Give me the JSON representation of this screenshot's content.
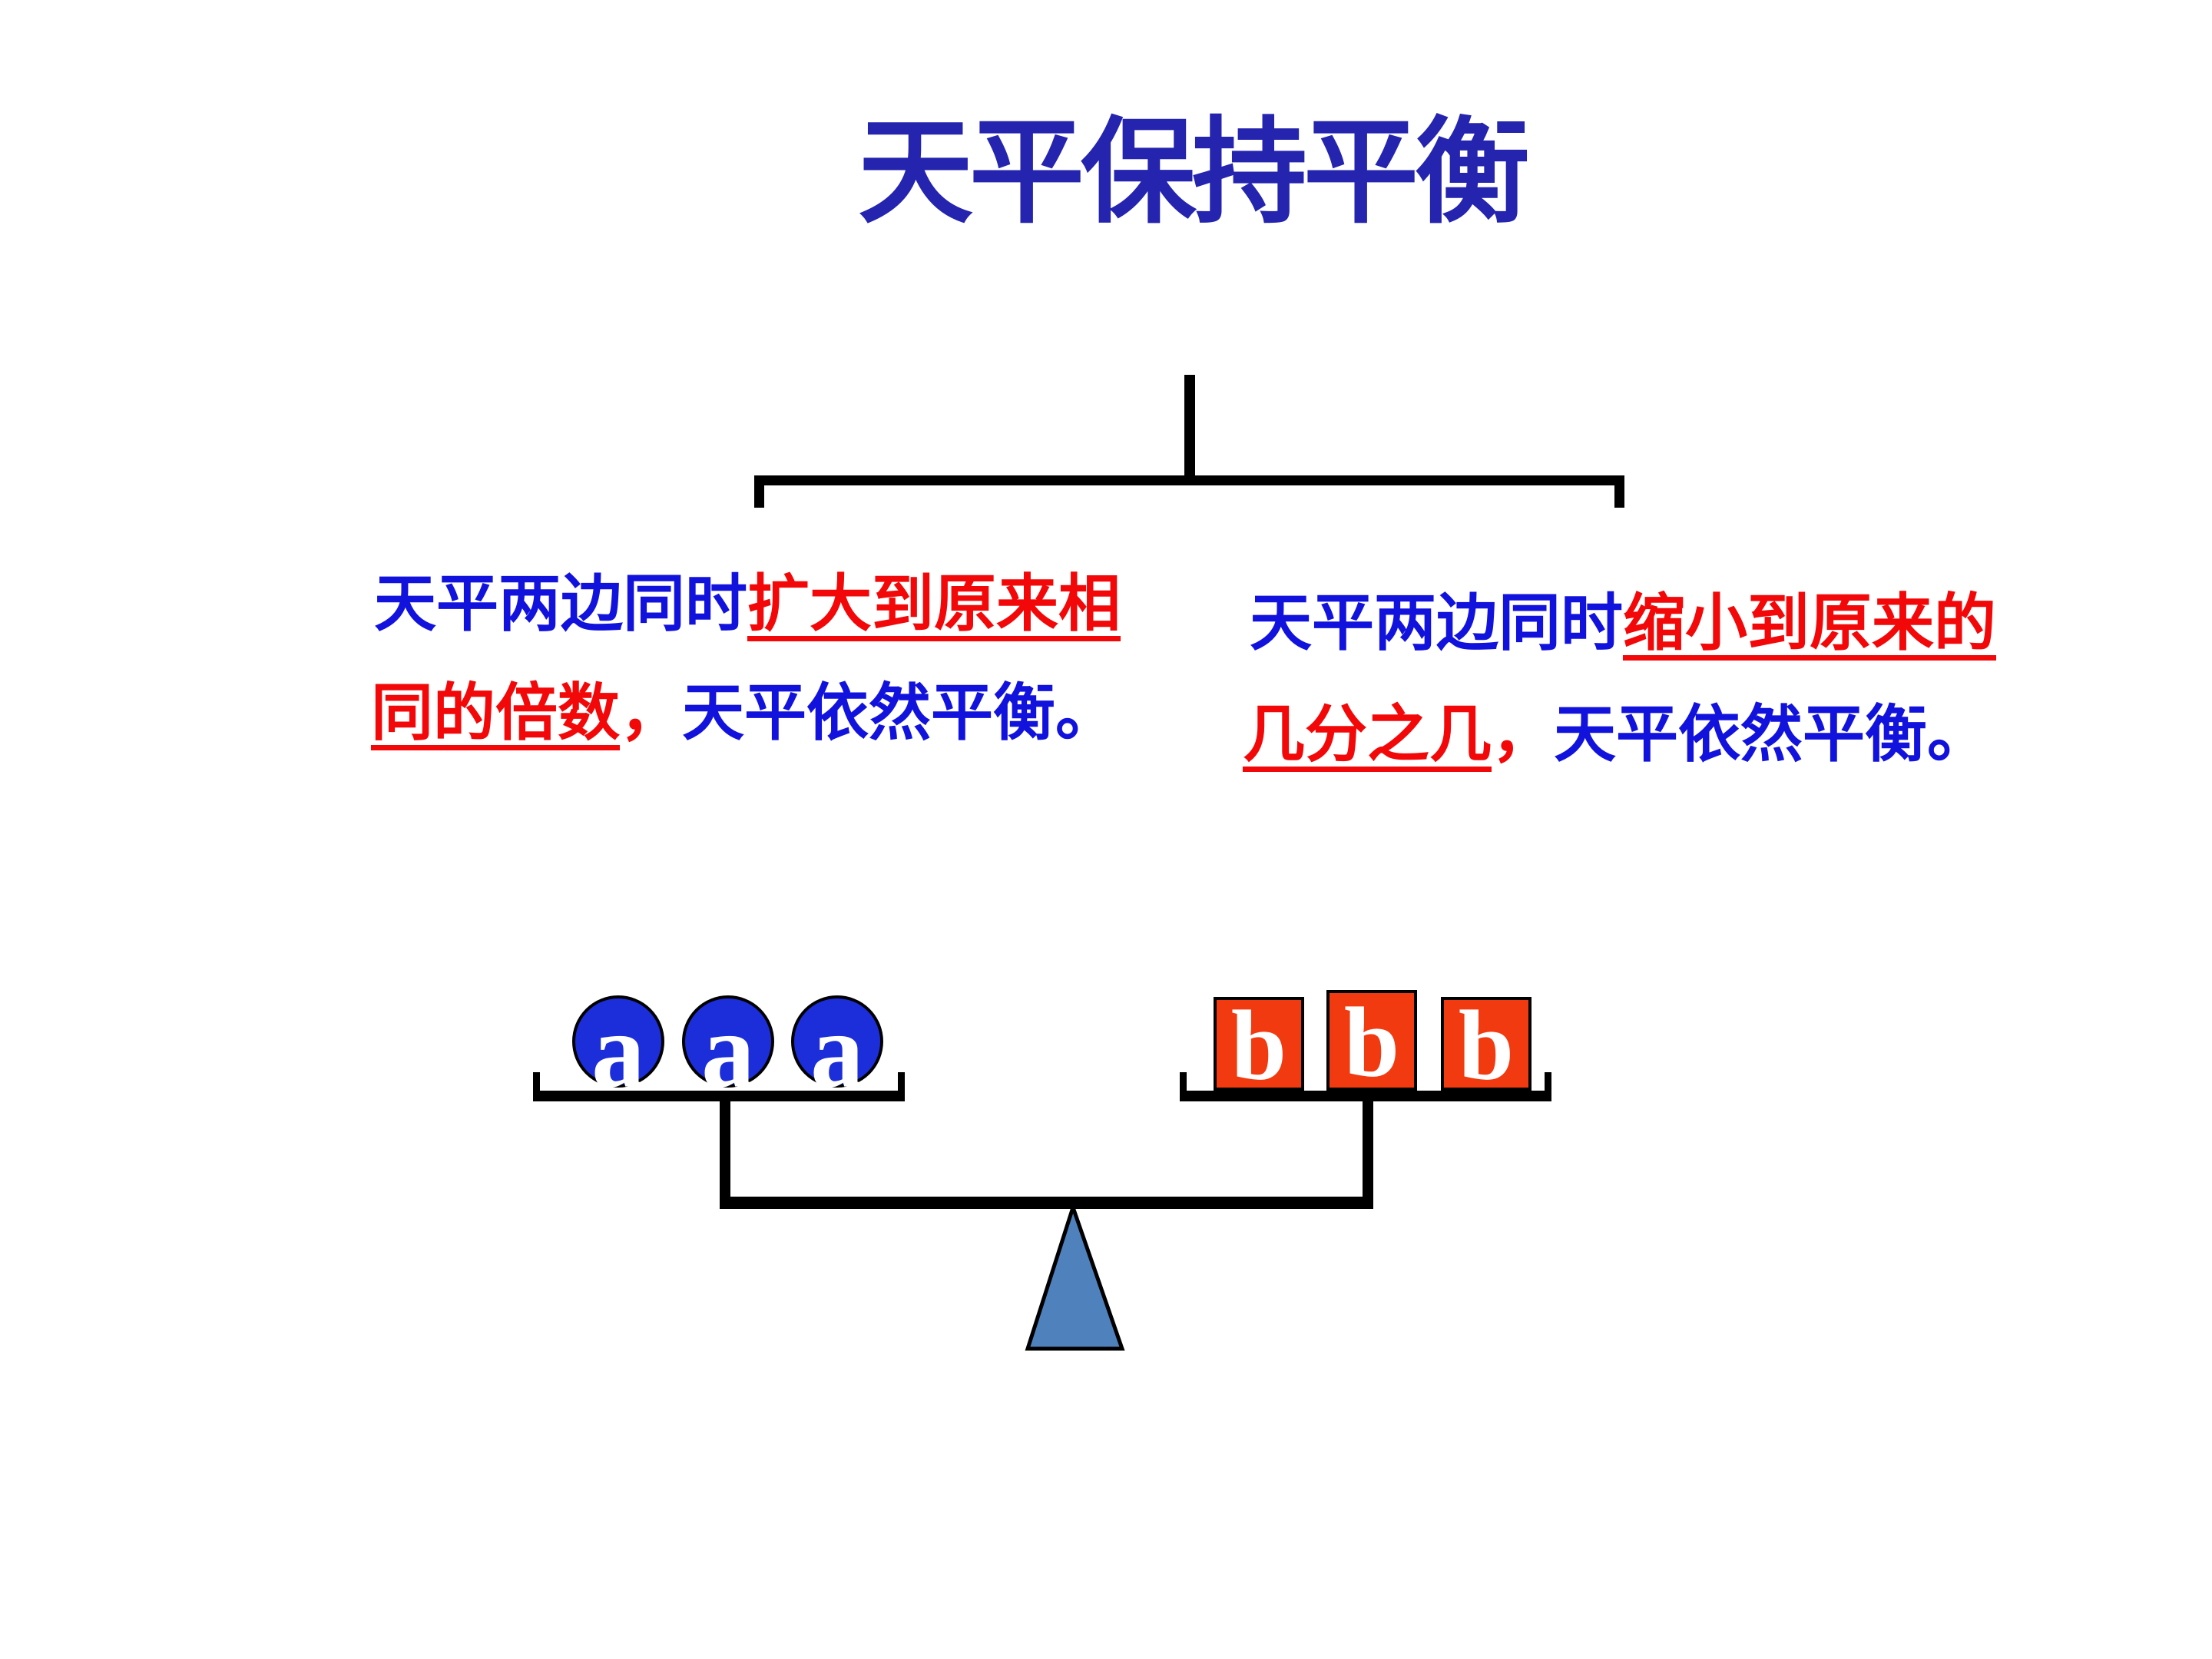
{
  "slide": {
    "title": "天平保持平衡",
    "background": "#ffffff"
  },
  "notes": {
    "left": {
      "line1_plain": "天平两边同时",
      "line1_emphasis": "扩大到原来相",
      "line2_emphasis": "同的倍数",
      "line2_comma": "，",
      "line2_plain": "天平依然平衡。"
    },
    "right": {
      "line1_plain": "天平两边同时",
      "line1_emphasis": "缩小到原来的",
      "line2_emphasis": "几分之几",
      "line2_comma": "，",
      "line2_plain": "天平依然平衡。"
    }
  },
  "scale": {
    "left_weights": [
      "a",
      "a",
      "a"
    ],
    "right_weights": [
      "b",
      "b",
      "b"
    ]
  },
  "colors": {
    "title_blue": "#2424af",
    "text_blue": "#1212dd",
    "text_red": "#f20808",
    "ball_blue": "#1c2ed9",
    "block_red": "#f23a10",
    "fulcrum_blue": "#4f81bd",
    "line_black": "#000000"
  }
}
